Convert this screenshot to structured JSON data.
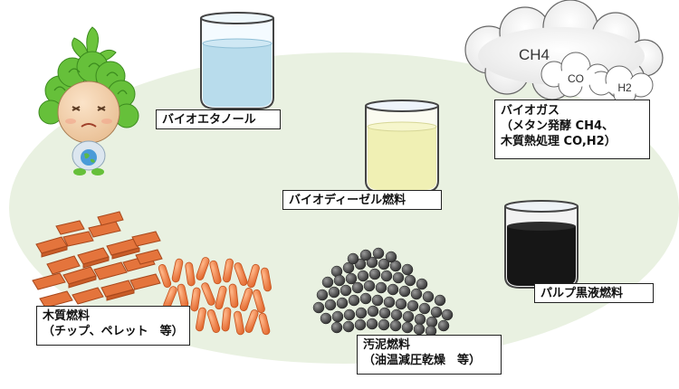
{
  "labels": {
    "bioethanol": "バイオエタノール",
    "biodiesel": "バイオディーゼル燃料",
    "biogas": {
      "line1": "バイオガス",
      "line2": "（メタン発酵 CH4、",
      "line3": "木質熱処理 CO,H2）"
    },
    "black_liquor": "パルプ黒液燃料",
    "wood": {
      "line1": "木質燃料",
      "line2": "（チップ、ペレット　等）"
    },
    "sludge": {
      "line1": "汚泥燃料",
      "line2": "（油温減圧乾燥　等）"
    }
  },
  "cloud": {
    "main_gas": "CH4",
    "gas_co": "CO",
    "gas_h2": "H2"
  },
  "colors": {
    "ellipse_background": "#e9f1e1",
    "ethanol_liquid": "#b8dcec",
    "diesel_liquid": "#f0f0b4",
    "black_liquor_liquid": "#161616",
    "wood_chip": "#e4743c",
    "pellet": "#ee8a58",
    "sludge": "#4a4a4a",
    "mascot_hair": "#66c03a"
  },
  "icons": {
    "mascot": "sprout-character-icon"
  }
}
